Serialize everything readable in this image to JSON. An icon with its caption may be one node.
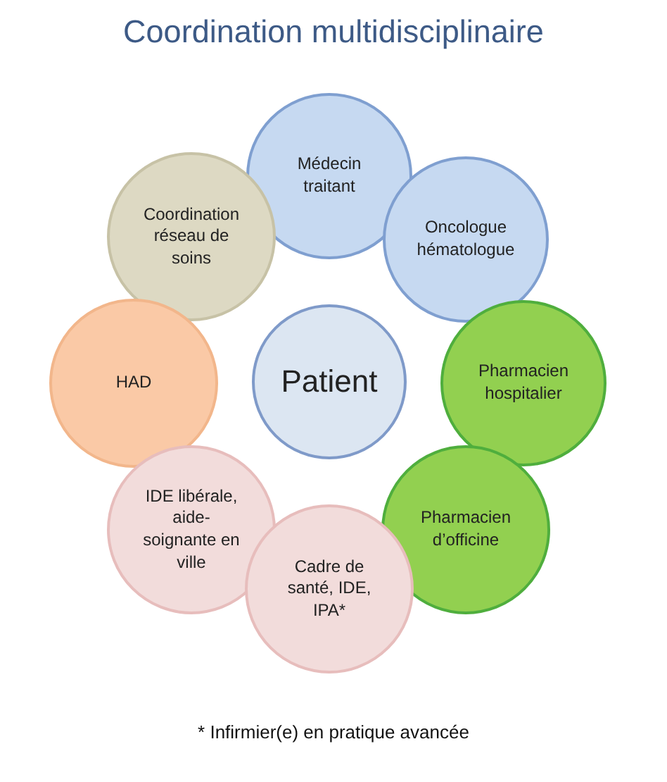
{
  "diagram": {
    "title": "Coordination multidisciplinaire",
    "nodes": [
      {
        "text": [
          "Coordination réseau de soins"
        ]
      },
      {
        "text": [
          "Médecin traitant"
        ]
      },
      {
        "text": [
          "Oncologue hématologue"
        ]
      },
      {
        "text": [
          "HAD"
        ]
      },
      {
        "text": [
          "Patient"
        ]
      },
      {
        "text": [
          "Pharmacien hospitalier"
        ]
      },
      {
        "text": [
          "IDE libérale, aide-soignante en ville"
        ]
      },
      {
        "text": [
          "Pharmacien d’officine"
        ]
      },
      {
        "text": [
          "Cadre de santé, IDE, IPA*"
        ]
      }
    ],
    "labels": [
      "* Infirmier(e) en pratique avancée"
    ]
  }
}
